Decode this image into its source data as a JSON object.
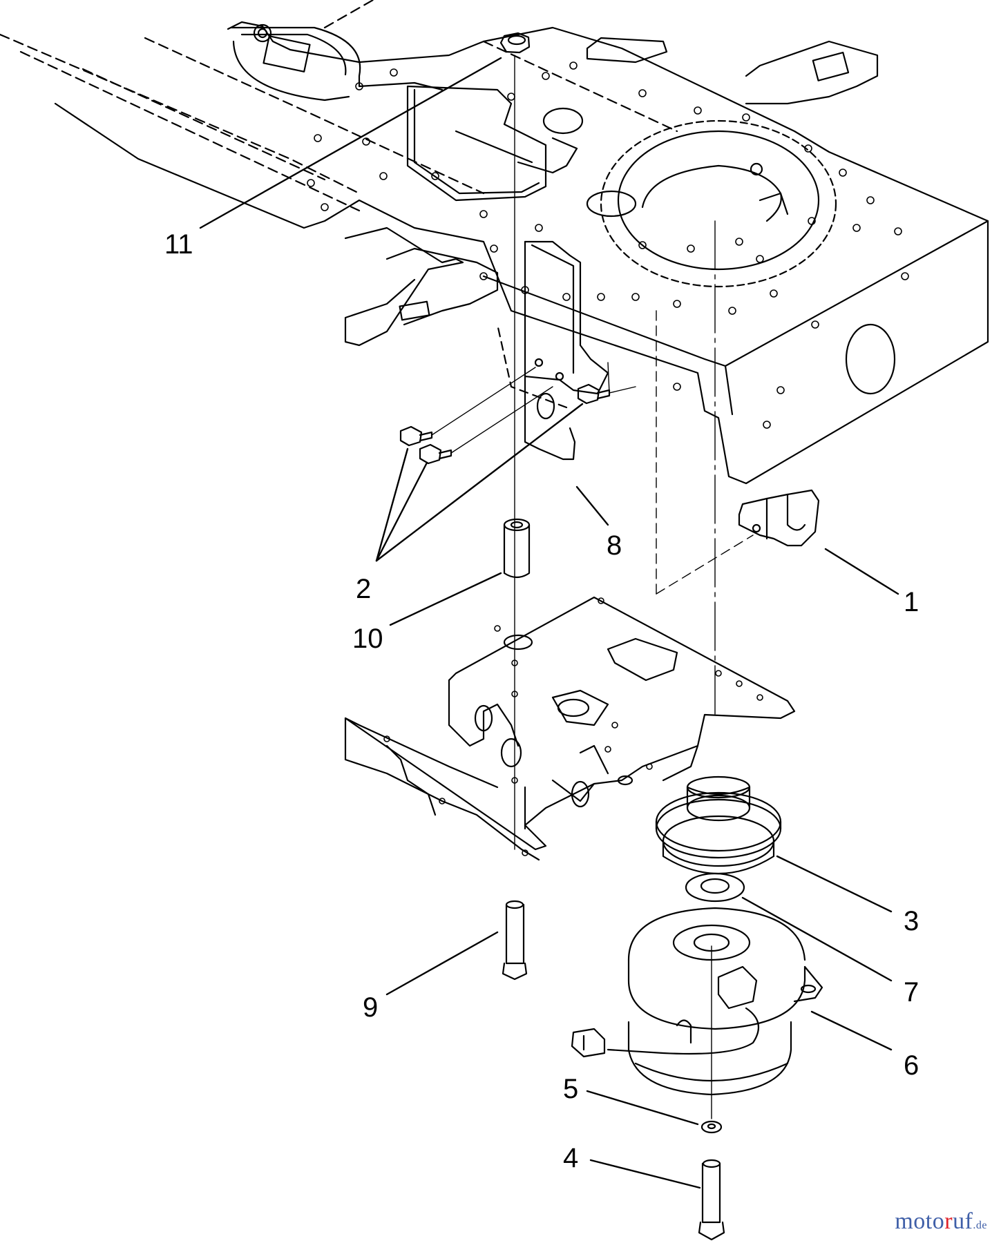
{
  "labels": {
    "l1": "1",
    "l2": "2",
    "l3": "3",
    "l4": "4",
    "l5": "5",
    "l6": "6",
    "l7": "7",
    "l8": "8",
    "l9": "9",
    "l10": "10",
    "l11": "11"
  },
  "watermark": {
    "prefix": "moto",
    "accent": "r",
    "suffix": "uf",
    "tld": ".de"
  },
  "colors": {
    "line": "#000000",
    "background": "#ffffff",
    "watermark_blue": "#3f5fa8",
    "watermark_red": "#e0232b"
  }
}
